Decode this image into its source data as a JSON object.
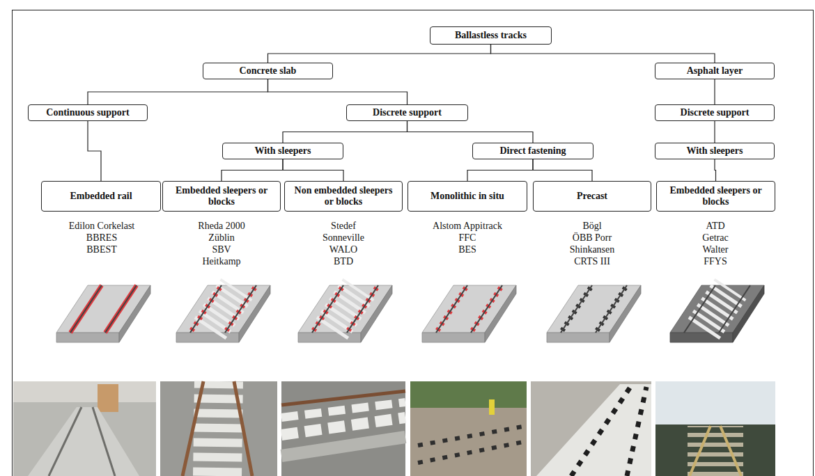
{
  "diagram": {
    "nodes": [
      {
        "text": [
          "Ballastless tracks"
        ]
      },
      {
        "text": [
          "Concrete slab"
        ]
      },
      {
        "text": [
          "Asphalt layer"
        ]
      },
      {
        "text": [
          "Continuous support"
        ]
      },
      {
        "text": [
          "Discrete support"
        ]
      },
      {
        "text": [
          "Discrete support"
        ]
      },
      {
        "text": [
          "With sleepers"
        ]
      },
      {
        "text": [
          "Direct fastening"
        ]
      },
      {
        "text": [
          "With sleepers"
        ]
      },
      {
        "text": [
          "Embedded rail"
        ]
      },
      {
        "text": [
          "Embedded sleepers or blocks"
        ]
      },
      {
        "text": [
          "Non embedded sleepers or blocks"
        ]
      },
      {
        "text": [
          "Monolithic in situ"
        ]
      },
      {
        "text": [
          "Precast"
        ]
      },
      {
        "text": [
          "Embedded sleepers or blocks"
        ]
      }
    ],
    "edges": [
      {
        "from": 0,
        "to": 1,
        "arrow": "none"
      },
      {
        "from": 0,
        "to": 2,
        "arrow": "none"
      },
      {
        "from": 1,
        "to": 3,
        "arrow": "none"
      },
      {
        "from": 1,
        "to": 4,
        "arrow": "none"
      },
      {
        "from": 2,
        "to": 5,
        "arrow": "none"
      },
      {
        "from": 3,
        "to": 9,
        "arrow": "none"
      },
      {
        "from": 4,
        "to": 6,
        "arrow": "none"
      },
      {
        "from": 4,
        "to": 7,
        "arrow": "none"
      },
      {
        "from": 5,
        "to": 8,
        "arrow": "none"
      },
      {
        "from": 6,
        "to": 10,
        "arrow": "none"
      },
      {
        "from": 6,
        "to": 11,
        "arrow": "none"
      },
      {
        "from": 7,
        "to": 12,
        "arrow": "none"
      },
      {
        "from": 7,
        "to": 13,
        "arrow": "none"
      },
      {
        "from": 8,
        "to": 14,
        "arrow": "none"
      }
    ],
    "labels": [
      "Edilon Corkelast",
      "BBRES",
      "BBEST",
      "Rheda 2000",
      "Züblin",
      "SBV",
      "Heitkamp",
      "Stedef",
      "Sonneville",
      "WALO",
      "BTD",
      "Alstom Appitrack",
      "FFC",
      "BES",
      "Bögl",
      "ÖBB Porr",
      "Shinkansen",
      "CRTS III",
      "ATD",
      "Getrac",
      "Walter",
      "FFYS"
    ]
  }
}
